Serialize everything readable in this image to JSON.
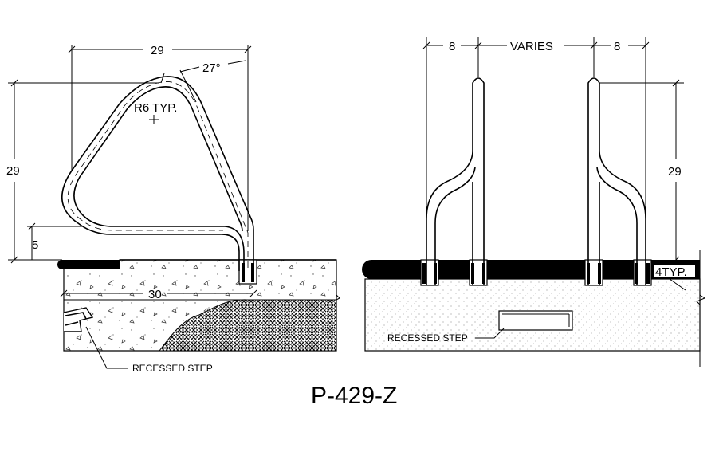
{
  "left_view": {
    "dim_width": "29",
    "dim_angle": "27°",
    "radius_note": "R6 TYP.",
    "dim_height": "29",
    "dim_offset": "5",
    "dim_depth": "30",
    "callout": "RECESSED STEP"
  },
  "right_view": {
    "dim_left": "8",
    "dim_spacing": "VARIES",
    "dim_right": "8",
    "dim_height": "29",
    "dim_typ": "4TYP.",
    "callout": "RECESSED STEP"
  },
  "drawing_title": "P-429-Z"
}
